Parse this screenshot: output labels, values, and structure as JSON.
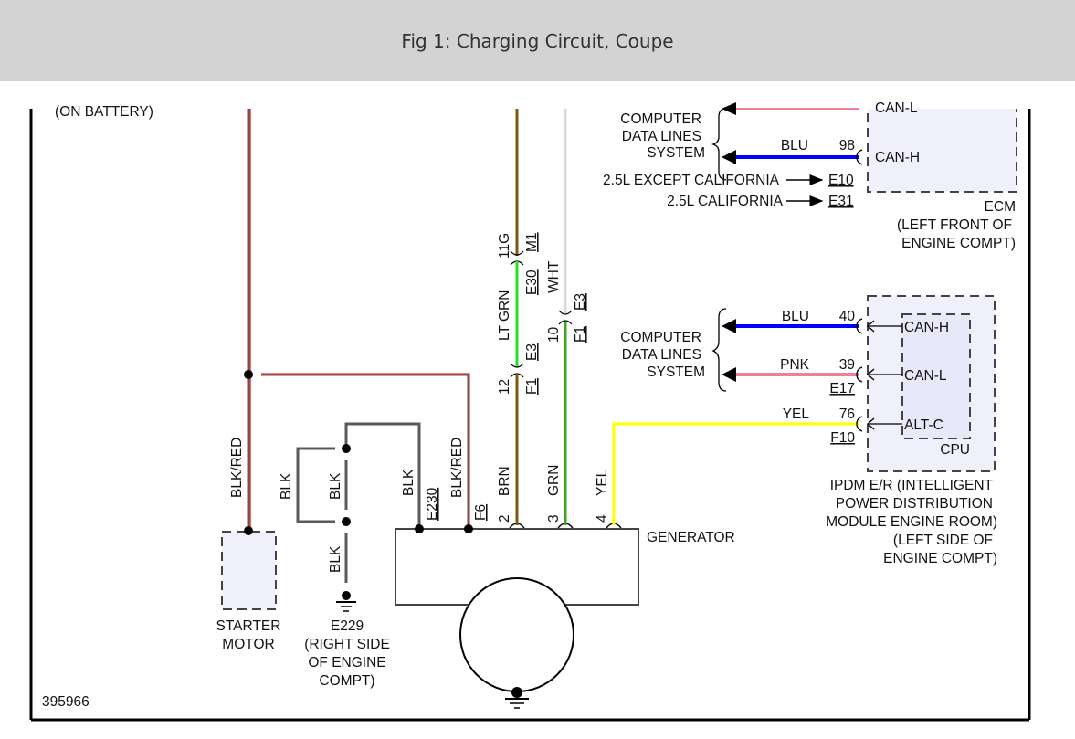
{
  "header": {
    "title": "Fig 1: Charging Circuit, Coupe"
  },
  "figure_id": "395966",
  "colors": {
    "brn": "#7a5a10",
    "lt_grn": "#22e022",
    "grn": "#3aaa18",
    "wht": "#d8d8d8",
    "blu": "#0000ff",
    "pnk": "#f07f98",
    "yel": "#ffff00",
    "blk": "#5a5a5a",
    "red_stripe": "#ee3333",
    "component_fill": "#f0f0fc"
  },
  "labels": {
    "battery_note": "(ON BATTERY)",
    "starter_motor": [
      "STARTER",
      "MOTOR"
    ],
    "ground_e229": [
      "E229",
      "(RIGHT SIDE",
      "OF ENGINE",
      "COMPT)"
    ],
    "generator": "GENERATOR",
    "ecm": [
      "ECM",
      "(LEFT FRONT OF",
      "ENGINE COMPT)"
    ],
    "ipdm": [
      "IPDM E/R (INTELLIGENT",
      "POWER DISTRIBUTION",
      "MODULE ENGINE ROOM)",
      "(LEFT SIDE OF",
      "ENGINE COMPT)"
    ],
    "cpu": "CPU",
    "data_lines_1": [
      "COMPUTER",
      "DATA LINES",
      "SYSTEM"
    ],
    "data_lines_2": [
      "COMPUTER",
      "DATA LINES",
      "SYSTEM"
    ],
    "ecm_pins": {
      "can_l": "CAN-L",
      "can_h": "CAN-H"
    },
    "ipdm_pins": {
      "can_h": "CAN-H",
      "can_l": "CAN-L",
      "alt_c": "ALT-C"
    },
    "variant_except_ca": "2.5L EXCEPT CALIFORNIA",
    "variant_ca": "2.5L CALIFORNIA",
    "conn_e10_ecm": "E10",
    "conn_e31_ecm": "E31"
  },
  "wires": {
    "blk_red_left": "BLK/RED",
    "blk_red_right": "BLK/RED",
    "blk_loop": "BLK",
    "blk_mid": "BLK",
    "blk_ground": "BLK",
    "blk_e230": "BLK",
    "lt_grn": "LT GRN",
    "wht": "WHT",
    "brn": "BRN",
    "grn": "GRN",
    "yel": "YEL",
    "blu_ecm": "BLU",
    "blu_ipdm": "BLU",
    "pnk_ipdm": "PNK",
    "yel_ipdm": "YEL"
  },
  "pins": {
    "ecm_98": "98",
    "ipdm_40": "40",
    "ipdm_39": "39",
    "ipdm_76": "76",
    "gen_2": "2",
    "gen_3": "3",
    "gen_4": "4",
    "pin_11g": "11G",
    "pin_12": "12",
    "pin_10": "10"
  },
  "connectors": {
    "m1": "M1",
    "e30": "E30",
    "e3_a": "E3",
    "f1_a": "F1",
    "e3_b": "E3",
    "f1_b": "F1",
    "e230": "E230",
    "f6": "F6",
    "e17": "E17",
    "f10": "F10"
  }
}
